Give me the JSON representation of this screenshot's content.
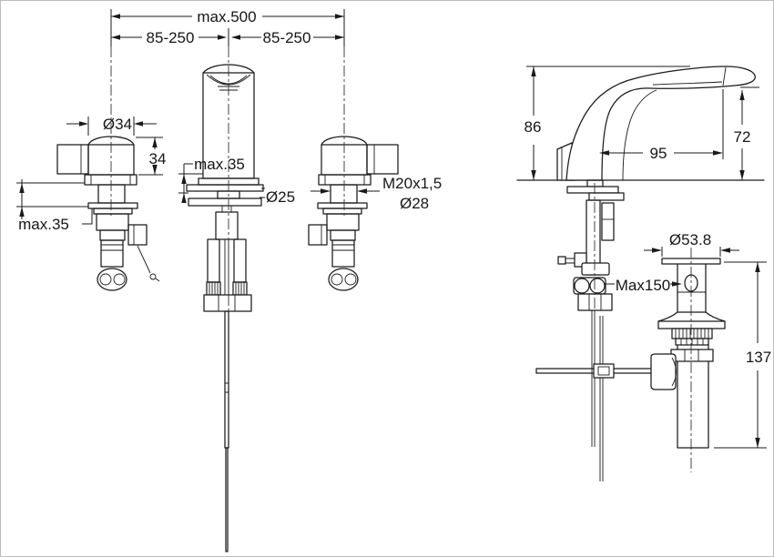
{
  "drawing": {
    "background": "#ffffff",
    "line_color": "#1a1a1a",
    "description": "Dimensional technical drawing of a three-hole basin mixer faucet: front view with two handles and spout, side profile view, and pop-up drain assembly"
  },
  "front_view": {
    "overall_width": "max.500",
    "left_hole_spacing": "85-250",
    "right_hole_spacing": "85-250",
    "handle_diameter": "Ø34",
    "handle_height": "34",
    "handle_deck_thickness_max": "max.35",
    "spout_deck_thickness_max": "max.35",
    "spout_shank_diameter": "Ø25",
    "shank_thread": "M20x1,5",
    "shank_diameter": "Ø28"
  },
  "side_view": {
    "overall_height": "86",
    "outlet_height": "72",
    "spout_reach": "95"
  },
  "drain": {
    "flange_diameter": "Ø53.8",
    "rod_adjustment_max": "Max150",
    "tailpiece_length": "137"
  }
}
